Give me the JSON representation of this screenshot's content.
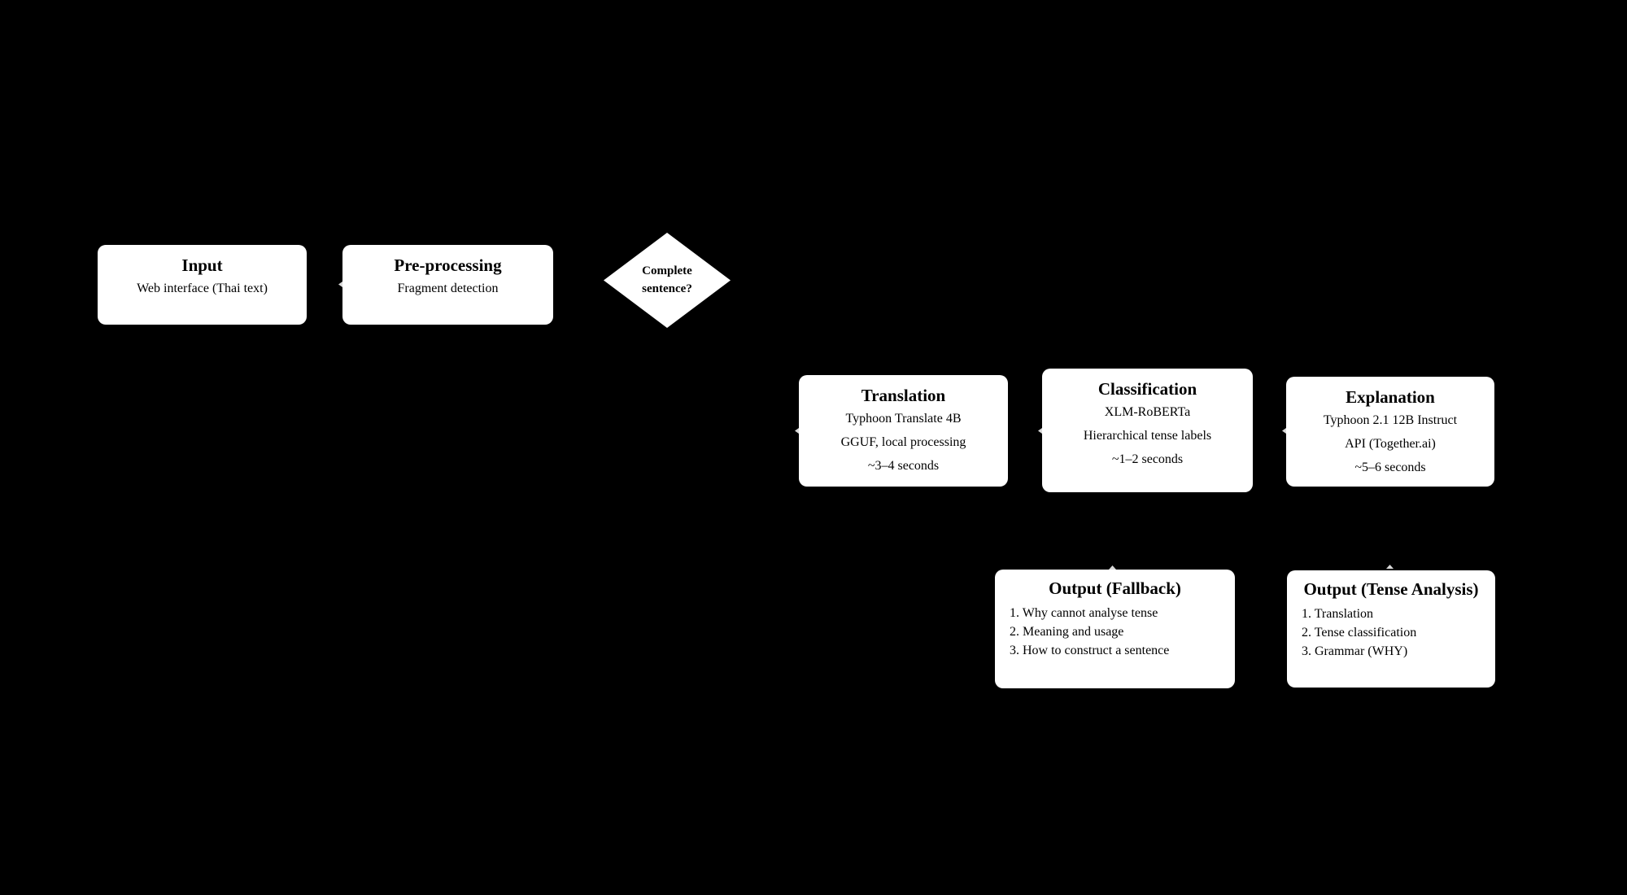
{
  "colors": {
    "background": "#000000",
    "node_fill": "#ffffff",
    "text": "#000000"
  },
  "flowchart": {
    "input": {
      "title": "Input",
      "subtitle": "Web interface (Thai text)"
    },
    "preprocessing": {
      "title": "Pre-processing",
      "subtitle": "Fragment detection"
    },
    "decision": {
      "label_lines": [
        "Complete",
        "sentence?"
      ]
    },
    "translation": {
      "title": "Translation",
      "lines": [
        "Typhoon Translate 4B",
        "GGUF, local processing",
        "~3–4 seconds"
      ]
    },
    "classification": {
      "title": "Classification",
      "lines": [
        "XLM-RoBERTa",
        "Hierarchical tense labels",
        "~1–2 seconds"
      ]
    },
    "explanation": {
      "title": "Explanation",
      "lines": [
        "Typhoon 2.1 12B Instruct",
        "API (Together.ai)",
        "~5–6 seconds"
      ]
    },
    "output_fallback": {
      "title": "Output (Fallback)",
      "items": [
        "1. Why cannot analyse tense",
        "2. Meaning and usage",
        "3. How to construct a sentence"
      ]
    },
    "output_tense_analysis": {
      "title": "Output (Tense Analysis)",
      "items": [
        "1. Translation",
        "2. Tense classification",
        "3. Grammar (WHY)"
      ]
    }
  }
}
